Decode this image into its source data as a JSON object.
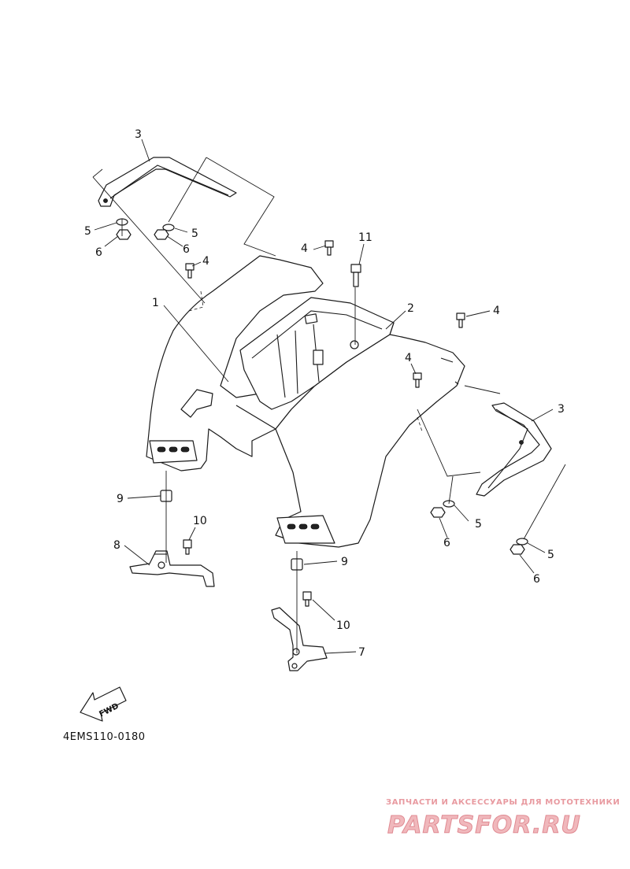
{
  "diagram": {
    "callouts": {
      "c1": "1",
      "c2": "2",
      "c3a": "3",
      "c3b": "3",
      "c4a": "4",
      "c4b": "4",
      "c4c": "4",
      "c4d": "4",
      "c5a": "5",
      "c5b": "5",
      "c5c": "5",
      "c5d": "5",
      "c6a": "6",
      "c6b": "6",
      "c6c": "6",
      "c6d": "6",
      "c7": "7",
      "c8": "8",
      "c9a": "9",
      "c9b": "9",
      "c10a": "10",
      "c10b": "10",
      "c11": "11"
    },
    "fwd_label": "FWD",
    "diagram_code": "4EMS110-0180"
  },
  "watermark": {
    "tagline": "ЗАПЧАСТИ И АКСЕССУАРЫ ДЛЯ МОТОТЕХНИКИ",
    "logo": "PARTSFOR.RU"
  }
}
